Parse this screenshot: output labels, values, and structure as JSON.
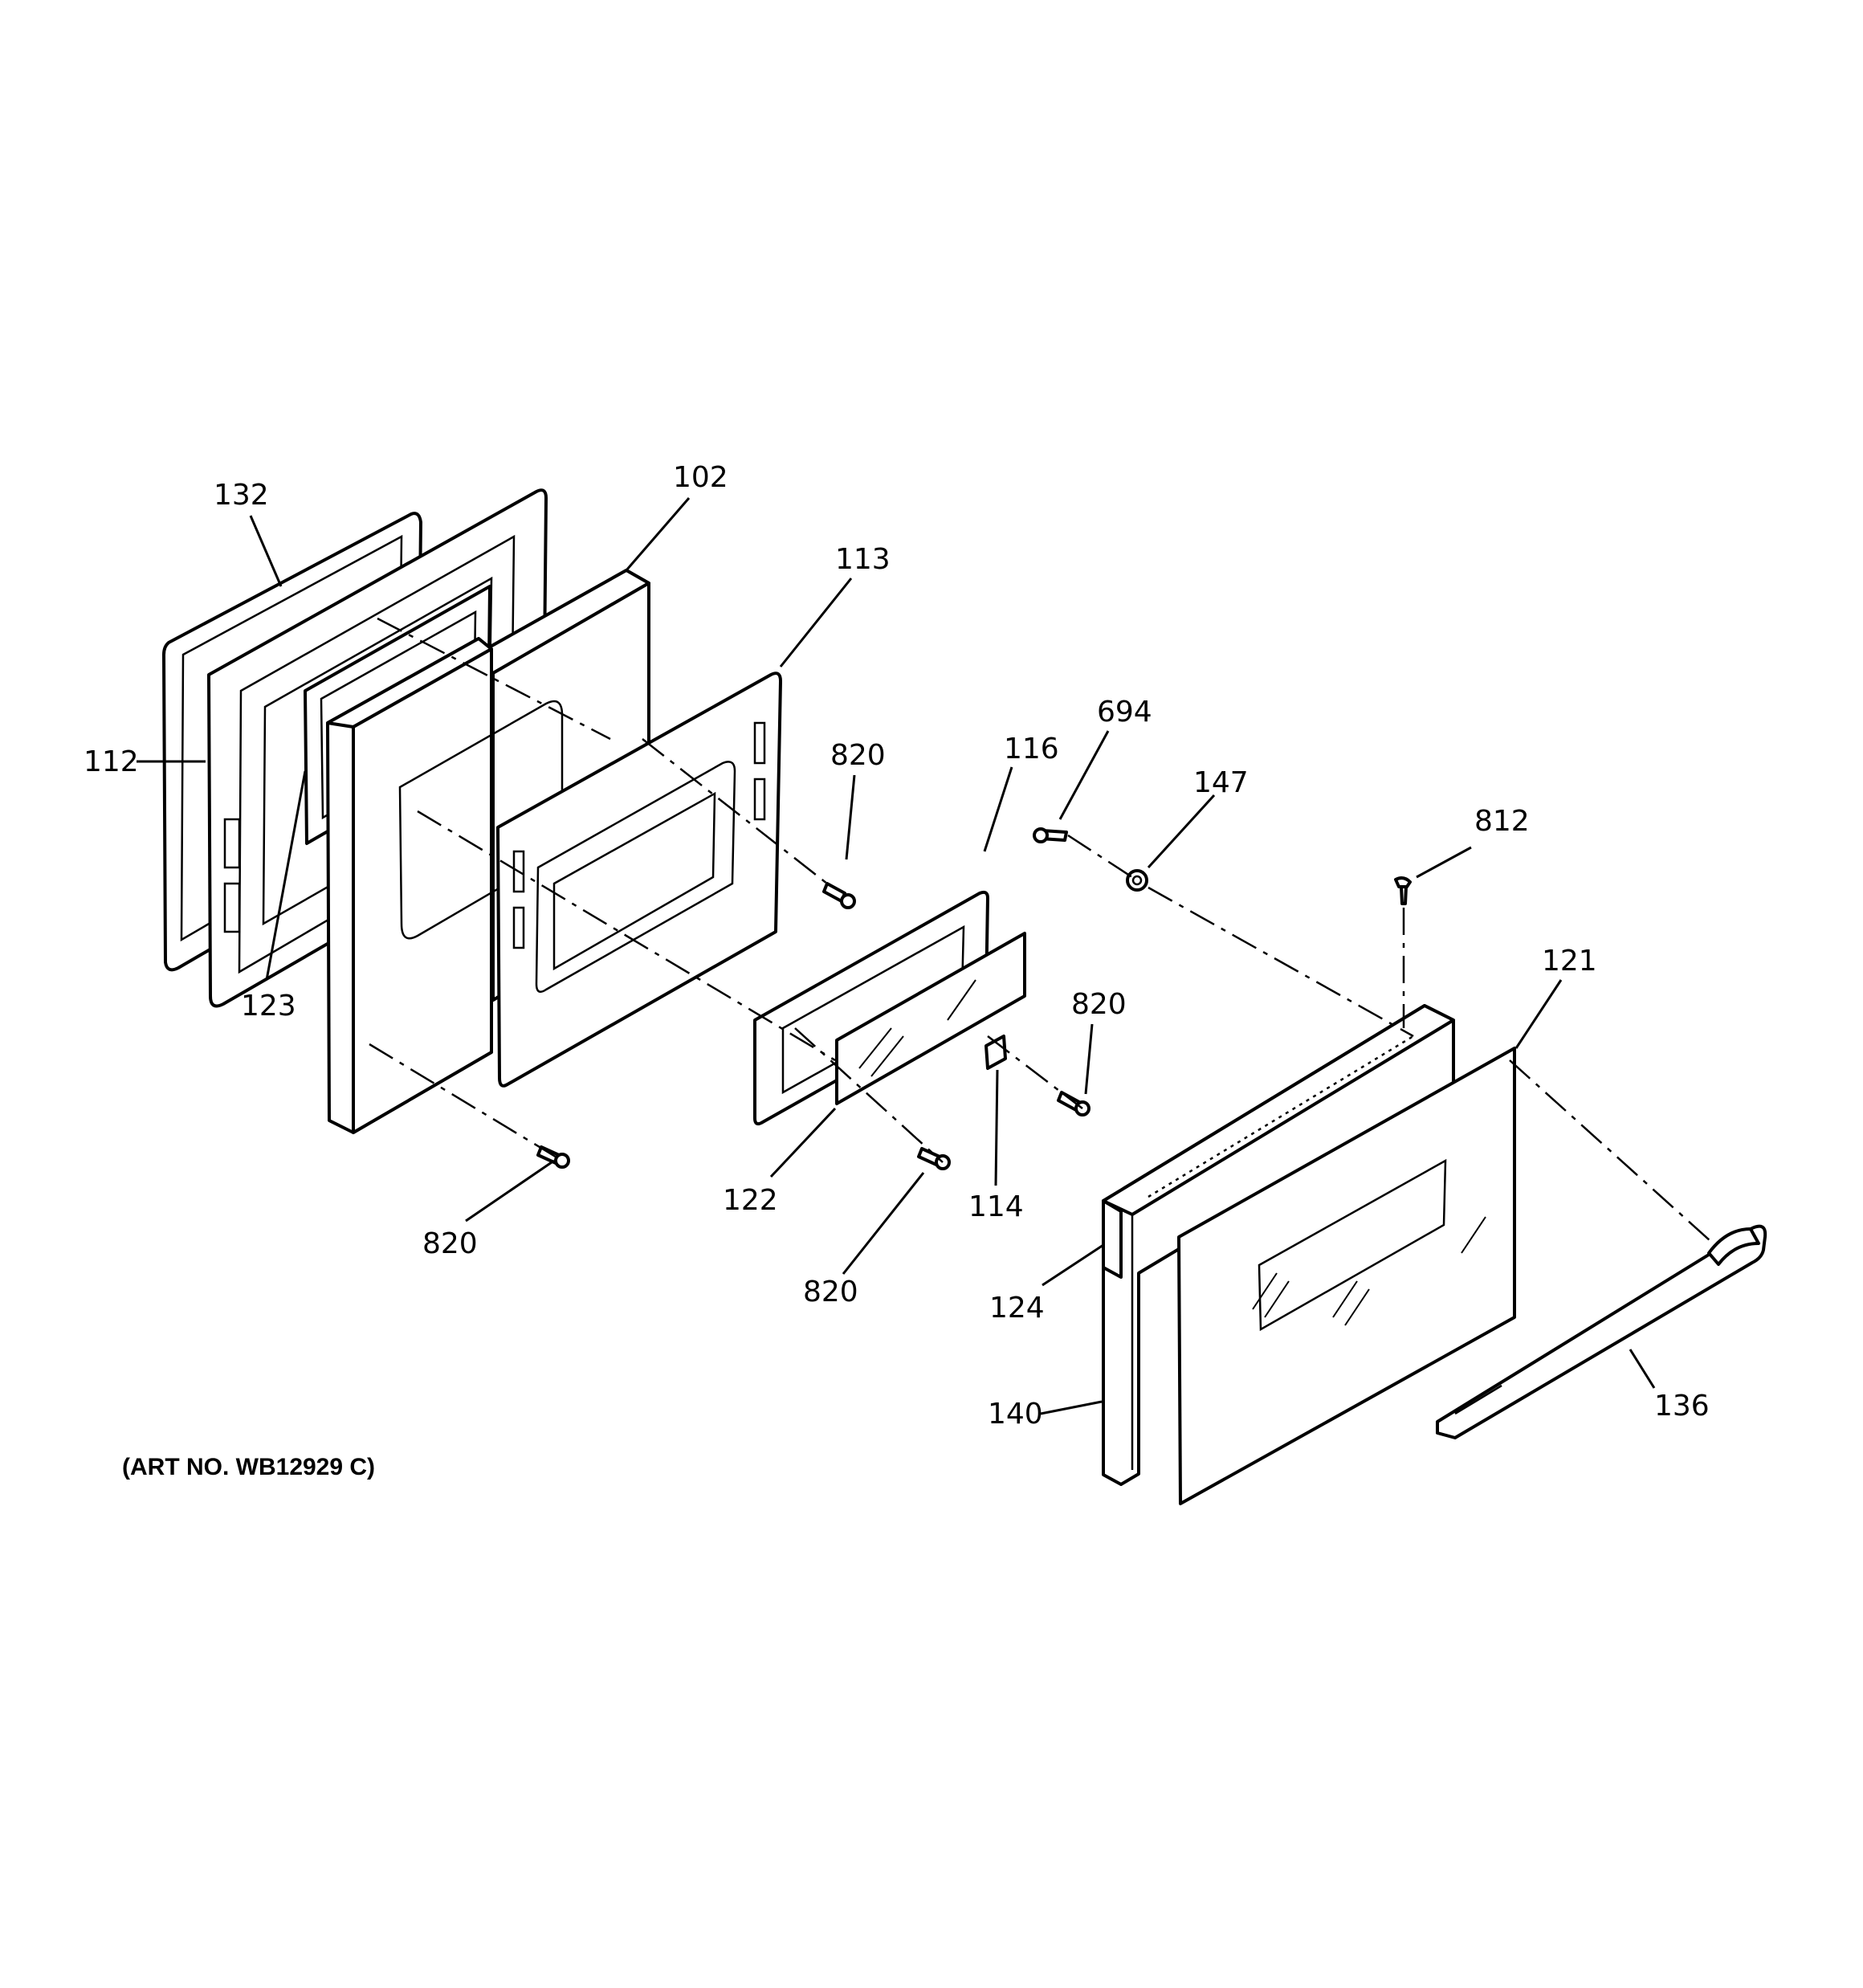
{
  "art_number": "(ART NO. WB12929 C)",
  "callouts": {
    "c132": "132",
    "c102": "102",
    "c113": "113",
    "c112": "112",
    "c123": "123",
    "c694": "694",
    "c820a": "820",
    "c116": "116",
    "c147": "147",
    "c812": "812",
    "c121": "121",
    "c820b": "820",
    "c122": "122",
    "c114": "114",
    "c820c": "820",
    "c820d": "820",
    "c124": "124",
    "c140": "140",
    "c136": "136"
  }
}
